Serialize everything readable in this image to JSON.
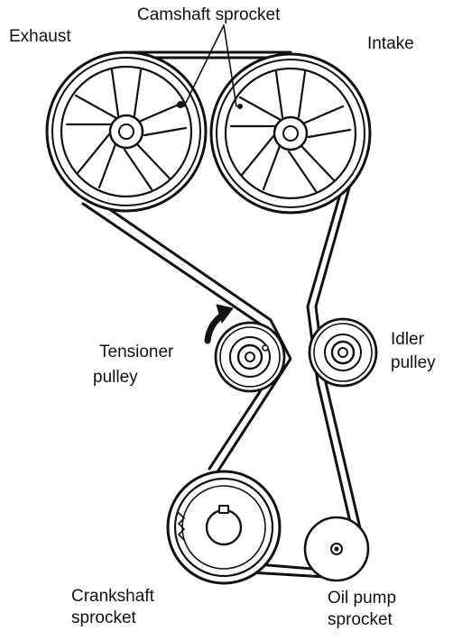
{
  "labels": {
    "camshaft_sprocket": "Camshaft sprocket",
    "exhaust": "Exhaust",
    "intake": "Intake",
    "tensioner_line1": "Tensioner",
    "tensioner_line2": "pulley",
    "idler_line1": "Idler",
    "idler_line2": "pulley",
    "crankshaft_line1": "Crankshaft",
    "crankshaft_line2": "sprocket",
    "oilpump_line1": "Oil pump",
    "oilpump_line2": "sprocket"
  }
}
